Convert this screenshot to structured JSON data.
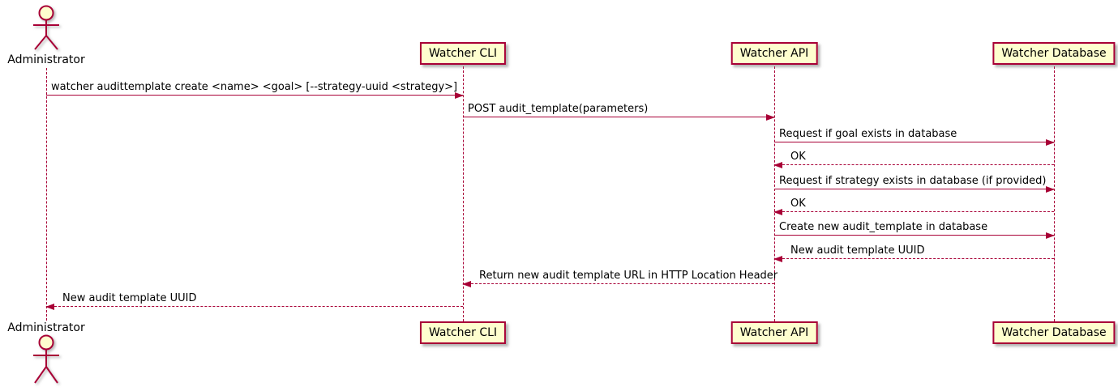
{
  "diagram": {
    "type": "sequence-diagram",
    "colors": {
      "line": "#A80036",
      "box_fill": "#FEFECE",
      "text": "#000000"
    },
    "actor": {
      "name": "Administrator"
    },
    "participants": [
      {
        "name": "Watcher CLI"
      },
      {
        "name": "Watcher API"
      },
      {
        "name": "Watcher Database"
      }
    ],
    "messages": [
      {
        "from": "Administrator",
        "to": "Watcher CLI",
        "style": "solid",
        "text": "watcher audittemplate create <name> <goal> [--strategy-uuid <strategy>]"
      },
      {
        "from": "Watcher CLI",
        "to": "Watcher API",
        "style": "solid",
        "text": "POST audit_template(parameters)"
      },
      {
        "from": "Watcher API",
        "to": "Watcher Database",
        "style": "solid",
        "text": "Request if goal exists in database"
      },
      {
        "from": "Watcher Database",
        "to": "Watcher API",
        "style": "dashed",
        "text": "OK"
      },
      {
        "from": "Watcher API",
        "to": "Watcher Database",
        "style": "solid",
        "text": "Request if strategy exists in database (if provided)"
      },
      {
        "from": "Watcher Database",
        "to": "Watcher API",
        "style": "dashed",
        "text": "OK"
      },
      {
        "from": "Watcher API",
        "to": "Watcher Database",
        "style": "solid",
        "text": "Create new audit_template in database"
      },
      {
        "from": "Watcher Database",
        "to": "Watcher API",
        "style": "dashed",
        "text": "New audit template UUID"
      },
      {
        "from": "Watcher API",
        "to": "Watcher CLI",
        "style": "dashed",
        "text": "Return new audit template URL in HTTP Location Header"
      },
      {
        "from": "Watcher CLI",
        "to": "Administrator",
        "style": "dashed",
        "text": "New audit template UUID"
      }
    ]
  }
}
